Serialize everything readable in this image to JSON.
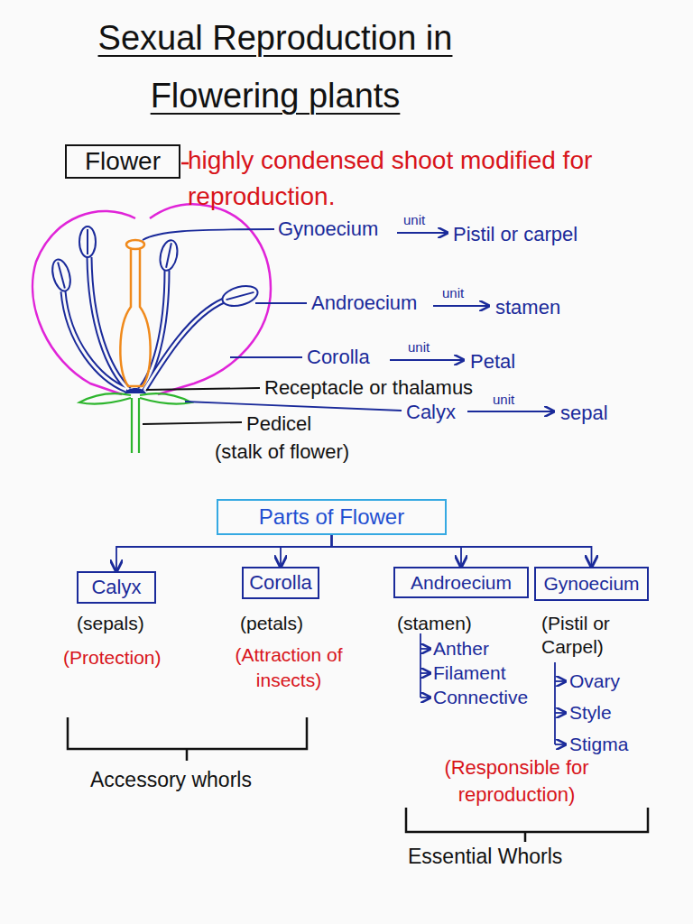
{
  "diagram": {
    "title": "Sexual Reproduction in Flowering plants",
    "nodes": [
      {
        "text": [
          "Flower"
        ]
      },
      {
        "text": [
          "Parts of Flower"
        ]
      },
      {
        "text": [
          "Calyx"
        ]
      },
      {
        "text": [
          "Corolla"
        ]
      },
      {
        "text": [
          "Androecium"
        ]
      },
      {
        "text": [
          "Gynoecium"
        ]
      }
    ],
    "edges": [
      {
        "from": 1,
        "to": 2,
        "arrow": "to"
      },
      {
        "from": 1,
        "to": 3,
        "arrow": "to"
      },
      {
        "from": 1,
        "to": 4,
        "arrow": "to"
      },
      {
        "from": 1,
        "to": 5,
        "arrow": "to"
      }
    ],
    "labels": [
      "highly condensed shoot modified for reproduction.",
      "Gynoecium",
      "unit",
      "Pistil or carpel",
      "Androecium",
      "unit",
      "stamen",
      "Corolla",
      "unit",
      "Petal",
      "Receptacle or thalamus",
      "Calyx",
      "unit",
      "sepal",
      "Pedicel",
      "(stalk of flower)",
      "(sepals)",
      "(Protection)",
      "(petals)",
      "(Attraction of insects)",
      "(stamen)",
      "Anther",
      "Filament",
      "Connective",
      "(Pistil or Carpel)",
      "Ovary",
      "Style",
      "Stigma",
      "(Responsible for reproduction)",
      "Accessory whorls",
      "Essential Whorls"
    ]
  }
}
